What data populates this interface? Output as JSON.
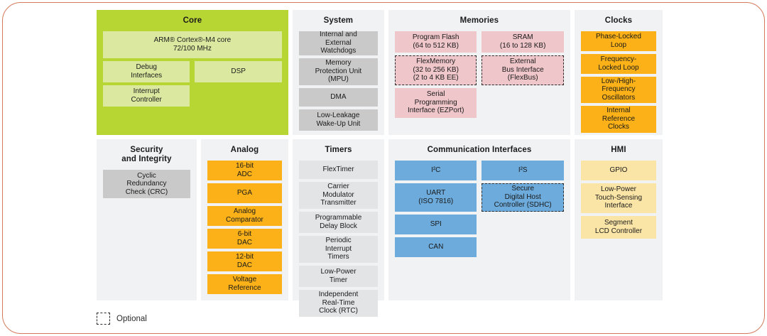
{
  "frame": {
    "border_color": "#d4795b"
  },
  "legend": {
    "swatch_name": "dashed-square-icon",
    "label": "Optional"
  },
  "palette": {
    "core_panel": "#b7d533",
    "core_block": "#dbe9a0",
    "system_block": "#c9c9c9",
    "timers_block": "#e3e4e6",
    "memories_block": "#efc6ca",
    "clocks_block": "#fbb117",
    "analog_block": "#fbb117",
    "comm_block": "#6cabdc",
    "hmi_block": "#fbe5a6",
    "security_block": "#c9c9c9",
    "panel_bg": "#f1f2f4",
    "dashed_border": "#2a2a2a"
  },
  "panels": {
    "core": {
      "title": "Core",
      "blocks": {
        "main": "ARM® Cortex®-M4 core\n72/100 MHz",
        "debug": "Debug\nInterfaces",
        "dsp": "DSP",
        "interrupt": "Interrupt\nController"
      }
    },
    "system": {
      "title": "System",
      "blocks": [
        "Internal and\nExternal\nWatchdogs",
        "Memory\nProtection Unit\n(MPU)",
        "DMA",
        "Low-Leakage\nWake-Up Unit"
      ]
    },
    "memories": {
      "title": "Memories",
      "left": [
        {
          "label": "Program Flash\n(64 to 512 KB)",
          "optional": false
        },
        {
          "label": "FlexMemory\n(32 to 256 KB)\n(2 to 4 KB EE)",
          "optional": true
        },
        {
          "label": "Serial\nProgramming\nInterface (EZPort)",
          "optional": false
        }
      ],
      "right": [
        {
          "label": "SRAM\n(16 to 128 KB)",
          "optional": false
        },
        {
          "label": "External\nBus Interface\n(FlexBus)",
          "optional": true
        }
      ]
    },
    "clocks": {
      "title": "Clocks",
      "blocks": [
        "Phase-Locked\nLoop",
        "Frequency-\nLocked Loop",
        "Low-/High-\nFrequency\nOscillators",
        "Internal\nReference\nClocks"
      ]
    },
    "security": {
      "title": "Security\nand Integrity",
      "blocks": [
        "Cyclic\nRedundancy\nCheck (CRC)"
      ]
    },
    "analog": {
      "title": "Analog",
      "blocks": [
        "16-bit\nADC",
        "PGA",
        "Analog\nComparator",
        "6-bit\nDAC",
        "12-bit\nDAC",
        "Voltage\nReference"
      ]
    },
    "timers": {
      "title": "Timers",
      "blocks": [
        "FlexTimer",
        "Carrier\nModulator\nTransmitter",
        "Programmable\nDelay Block",
        "Periodic\nInterrupt\nTimers",
        "Low-Power\nTimer",
        "Independent\nReal-Time\nClock (RTC)"
      ]
    },
    "communication": {
      "title": "Communication Interfaces",
      "left": [
        {
          "label": "I²C",
          "optional": false
        },
        {
          "label": "UART\n(ISO 7816)",
          "optional": false
        },
        {
          "label": "SPI",
          "optional": false
        },
        {
          "label": "CAN",
          "optional": false
        }
      ],
      "right": [
        {
          "label": "I²S",
          "optional": false
        },
        {
          "label": "Secure\nDigital Host\nController (SDHC)",
          "optional": true
        }
      ]
    },
    "hmi": {
      "title": "HMI",
      "blocks": [
        "GPIO",
        "Low-Power\nTouch-Sensing\nInterface",
        "Segment\nLCD Controller"
      ]
    }
  }
}
